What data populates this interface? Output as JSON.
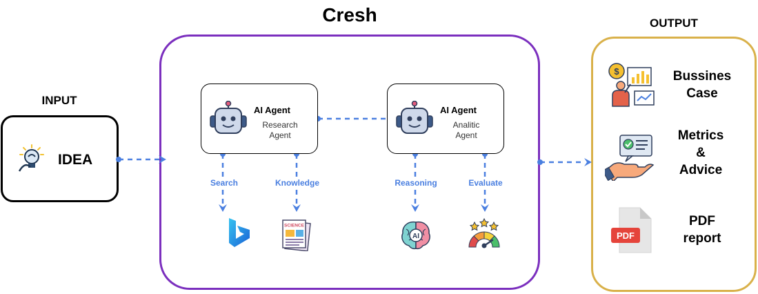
{
  "title": "Cresh",
  "input": {
    "heading": "INPUT",
    "label": "IDEA",
    "icon": "lightbulb-head-icon"
  },
  "output": {
    "heading": "OUTPUT",
    "items": [
      {
        "line1": "Bussines",
        "line2": "Case",
        "icon": "business-case-icon"
      },
      {
        "line1": "Metrics",
        "line2": "&",
        "line3": "Advice",
        "icon": "metrics-advice-icon"
      },
      {
        "line1": "PDF",
        "line2": "report",
        "icon": "pdf-report-icon"
      }
    ]
  },
  "agents": [
    {
      "title": "AI Agent",
      "line1": "Research",
      "line2": "Agent",
      "icon": "robot-icon"
    },
    {
      "title": "AI Agent",
      "line1": "Analitic",
      "line2": "Agent",
      "icon": "robot-icon"
    }
  ],
  "steps": [
    {
      "label": "Search",
      "icon": "bing-icon"
    },
    {
      "label": "Knowledge",
      "icon": "science-journal-icon"
    },
    {
      "label": "Reasoning",
      "icon": "ai-brain-icon"
    },
    {
      "label": "Evaluate",
      "icon": "rating-gauge-icon"
    }
  ],
  "pdf_badge": "PDF",
  "science_badge": "SCIENCE",
  "brain_badge": "AI",
  "colors": {
    "cresh_border": "#7b2fbe",
    "output_border": "#d9b14a",
    "connector": "#4a7fe0"
  }
}
